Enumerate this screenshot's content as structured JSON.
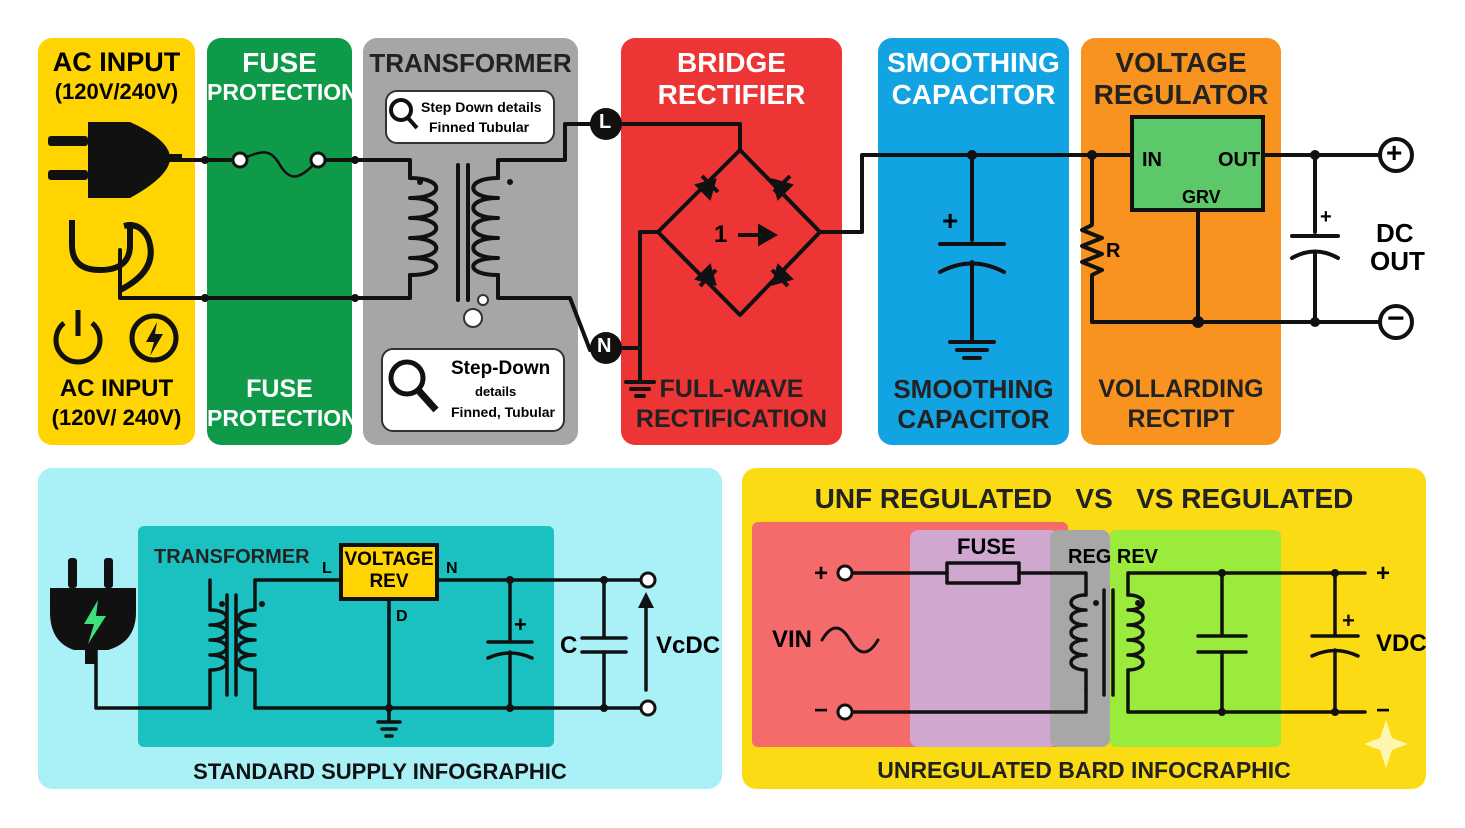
{
  "top": {
    "ac_input": {
      "title1": "AC INPUT",
      "title2": "(120V/240V)",
      "bottom1": "AC INPUT",
      "bottom2": "(120V/ 240V)",
      "color": "#FFD400"
    },
    "fuse": {
      "title1": "FUSE",
      "title2": "PROTECTION",
      "bottom1": "FUSE",
      "bottom2": "PROTECTION",
      "color": "#0E9A48"
    },
    "transformer": {
      "title": "TRANSFORMER",
      "bubble1_line1": "Step Down details",
      "bubble1_line2": "Finned  Tubular",
      "bubble2_line1": "Step-Down",
      "bubble2_line2": "details",
      "bubble2_line3": "Finned, Tubular",
      "color": "#A6A6A6"
    },
    "rectifier": {
      "title1": "BRIDGE",
      "title2": "RECTIFIER",
      "bottom1": "FULL-WAVE",
      "bottom2": "RECTIFICATION",
      "node_l": "L",
      "node_n": "N",
      "center": "1",
      "color": "#EE3535"
    },
    "capacitor": {
      "title1": "SMOOTHING",
      "title2": "CAPACITOR",
      "bottom1": "SMOOTHING",
      "bottom2": "CAPACITOR",
      "plus": "+",
      "color": "#12A3E3"
    },
    "regulator": {
      "title1": "VOLTAGE",
      "title2": "REGULATOR",
      "bottom1": "VOLLARDING",
      "bottom2": "RECTIPT",
      "pin_in": "IN",
      "pin_out": "OUT",
      "pin_gnd": "GRV",
      "resistor": "R",
      "color": "#F7931E",
      "box_color": "#5DC86A"
    },
    "output": {
      "plus": "+",
      "minus": "−",
      "label1": "DC",
      "label2": "OUT",
      "cap_plus": "+"
    }
  },
  "bottom_left": {
    "caption": "STANDARD SUPPLY INFOGRAPHIC",
    "transformer": "TRANSFORMER",
    "reg_line1": "VOLTAGE",
    "reg_line2": "REV",
    "pin_l": "L",
    "pin_n": "N",
    "pin_d": "D",
    "cap_plus": "+",
    "cap_label": "C",
    "vout": "VcDC",
    "bg_color": "#A9F1F7",
    "inner_color": "#1BC1C1",
    "reg_color": "#FFD400"
  },
  "bottom_right": {
    "title": "UNF REGULATED   VS   VS REGULATED",
    "caption": "UNREGULATED BARD INFOCRAPHIC",
    "fuse": "FUSE",
    "reg": "REG REV",
    "vin": "VIN",
    "vdc": "VDC",
    "plus": "+",
    "minus": "−",
    "bg_color": "#FBDB14",
    "red": "#F56B6B",
    "purple": "#CFA7CF",
    "gray": "#A7A7A7",
    "green": "#9AEB3C"
  }
}
